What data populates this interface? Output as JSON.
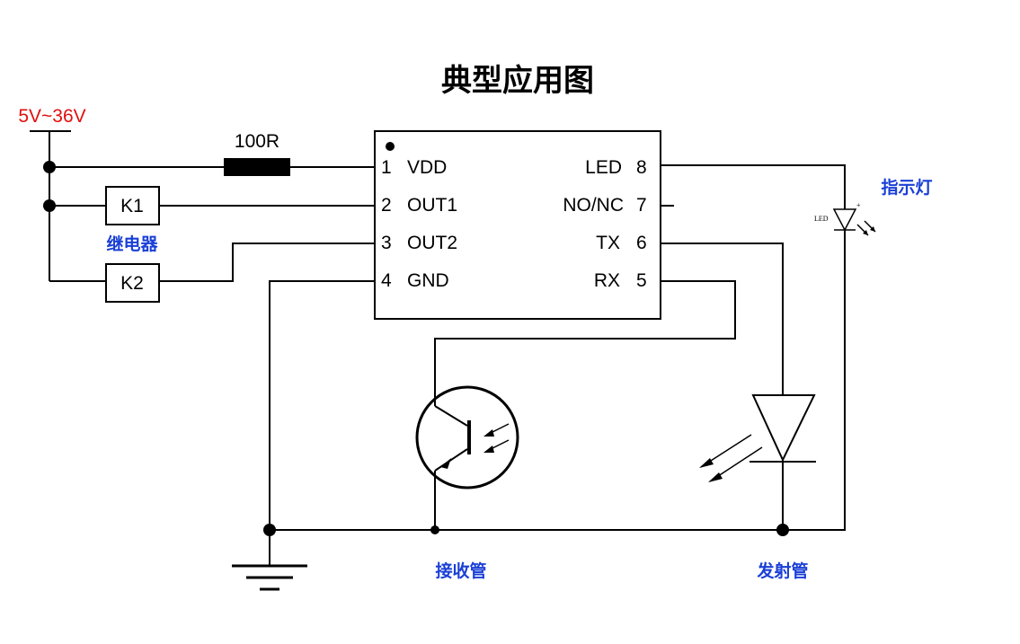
{
  "title": "典型应用图",
  "supply": "5V~36V",
  "resistor": "100R",
  "relay1": "K1",
  "relay2": "K2",
  "relay_label": "继电器",
  "pins_left": [
    {
      "num": "1",
      "name": "VDD"
    },
    {
      "num": "2",
      "name": "OUT1"
    },
    {
      "num": "3",
      "name": "OUT2"
    },
    {
      "num": "4",
      "name": "GND"
    }
  ],
  "pins_right": [
    {
      "num": "8",
      "name": "LED"
    },
    {
      "num": "7",
      "name": "NO/NC"
    },
    {
      "num": "6",
      "name": "TX"
    },
    {
      "num": "5",
      "name": "RX"
    }
  ],
  "indicator_label": "指示灯",
  "led_small": "LED",
  "receiver_label": "接收管",
  "emitter_label": "发射管",
  "colors": {
    "accent_blue": "#1a3fd6",
    "supply_red": "#e01010",
    "line": "#000000"
  }
}
